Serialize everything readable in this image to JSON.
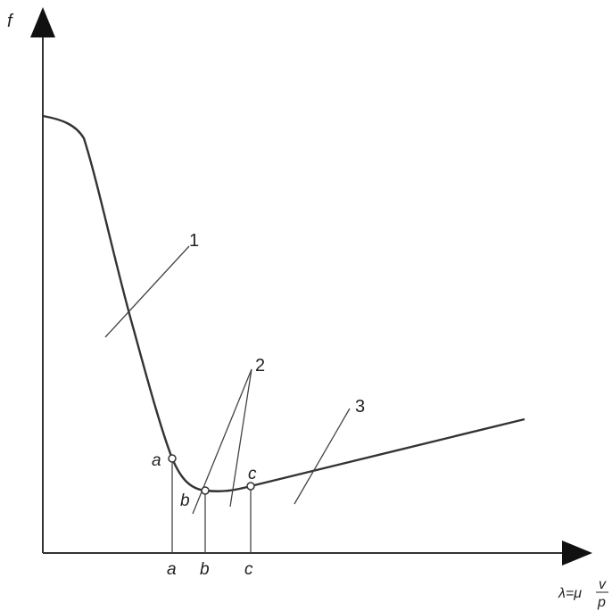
{
  "axes": {
    "y_label": "f",
    "x_label_prefix": "λ=μ",
    "x_label_numerator": "v",
    "x_label_denominator": "p"
  },
  "points": {
    "a": "a",
    "b": "b",
    "c": "c"
  },
  "ticks": {
    "a": "a",
    "b": "b",
    "c": "c"
  },
  "callouts": {
    "one": "1",
    "two": "2",
    "three": "3"
  },
  "colors": {
    "line": "#333333",
    "background": "#ffffff"
  }
}
